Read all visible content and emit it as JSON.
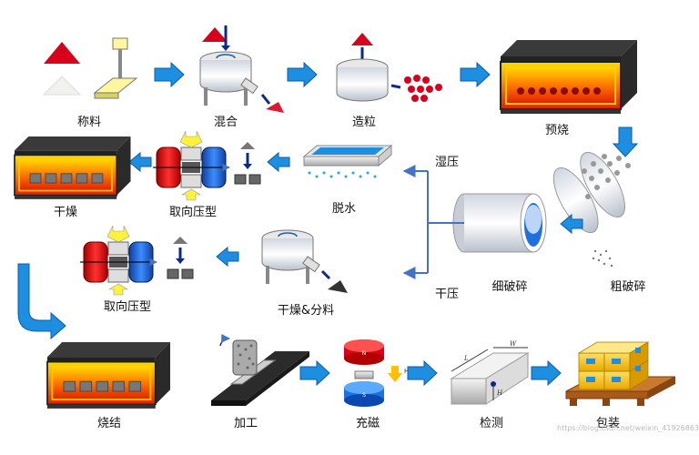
{
  "steps": {
    "weigh": "称料",
    "mix": "混合",
    "granulate": "造粒",
    "presinter": "预烧",
    "coarse_crush": "粗破碎",
    "fine_crush": "细破碎",
    "wet_press": "湿压",
    "dry_press": "干压",
    "dewater": "脱水",
    "orient_press_wet": "取向压型",
    "dry_wet_line": "干燥",
    "dry_classify": "干燥&分料",
    "orient_press_dry": "取向压型",
    "sinter": "烧结",
    "machining": "加工",
    "magnetize": "充磁",
    "inspect": "检测",
    "package": "包装"
  },
  "annotations": {
    "dim_w": "W",
    "dim_l": "L",
    "dim_h": "H",
    "field_h": "H",
    "magnet_n": "N",
    "magnet_s": "S"
  },
  "watermark": "https://blog.csdn.net/weixin_41926863",
  "colors": {
    "arrow": "#1E8FE0",
    "flow_line": "#4472C4",
    "furnace_hot": "#FF3B00",
    "furnace_glow": "#FFC000",
    "powder_red": "#D9001B"
  }
}
